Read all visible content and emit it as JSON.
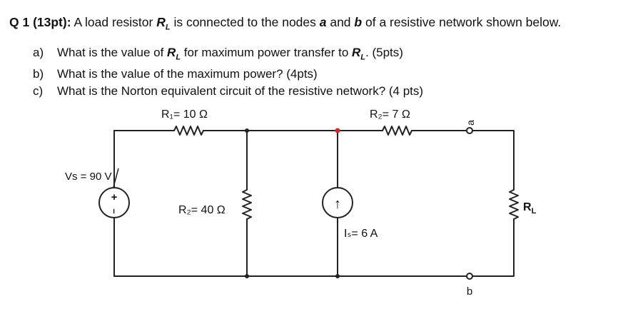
{
  "question": {
    "number": "Q 1 (13pt):",
    "text_before": " A load resistor ",
    "rl_main": "R",
    "rl_sub": "L",
    "text_middle": " is connected to the nodes ",
    "node_a": "a",
    "text_and": " and ",
    "node_b": "b",
    "text_after": " of a resistive network shown below."
  },
  "parts": [
    {
      "label": "a)",
      "before": "What is the value of ",
      "rl_main": "R",
      "rl_sub": "L",
      "middle": " for maximum power transfer to ",
      "rl2_main": "R",
      "rl2_sub": "L",
      "after": ". (5pts)"
    },
    {
      "label": "b)",
      "text": "What is the value of the maximum power? (4pts)"
    },
    {
      "label": "c)",
      "text": "What is the Norton equivalent circuit of the resistive network? (4 pts)"
    }
  ],
  "circuit": {
    "r1_label": "R₁= 10 Ω",
    "r2_top_label": "R₂= 7 Ω",
    "r2_mid_label": "R₂= 40 Ω",
    "vs_label": "Vs = 90 V",
    "is_label": "Iₛ= 6 A",
    "rl_label_main": "R",
    "rl_label_sub": "L",
    "node_a": "a",
    "node_b": "b",
    "source_plus": "+",
    "source_minus": "–",
    "current_arrow": "↑"
  }
}
